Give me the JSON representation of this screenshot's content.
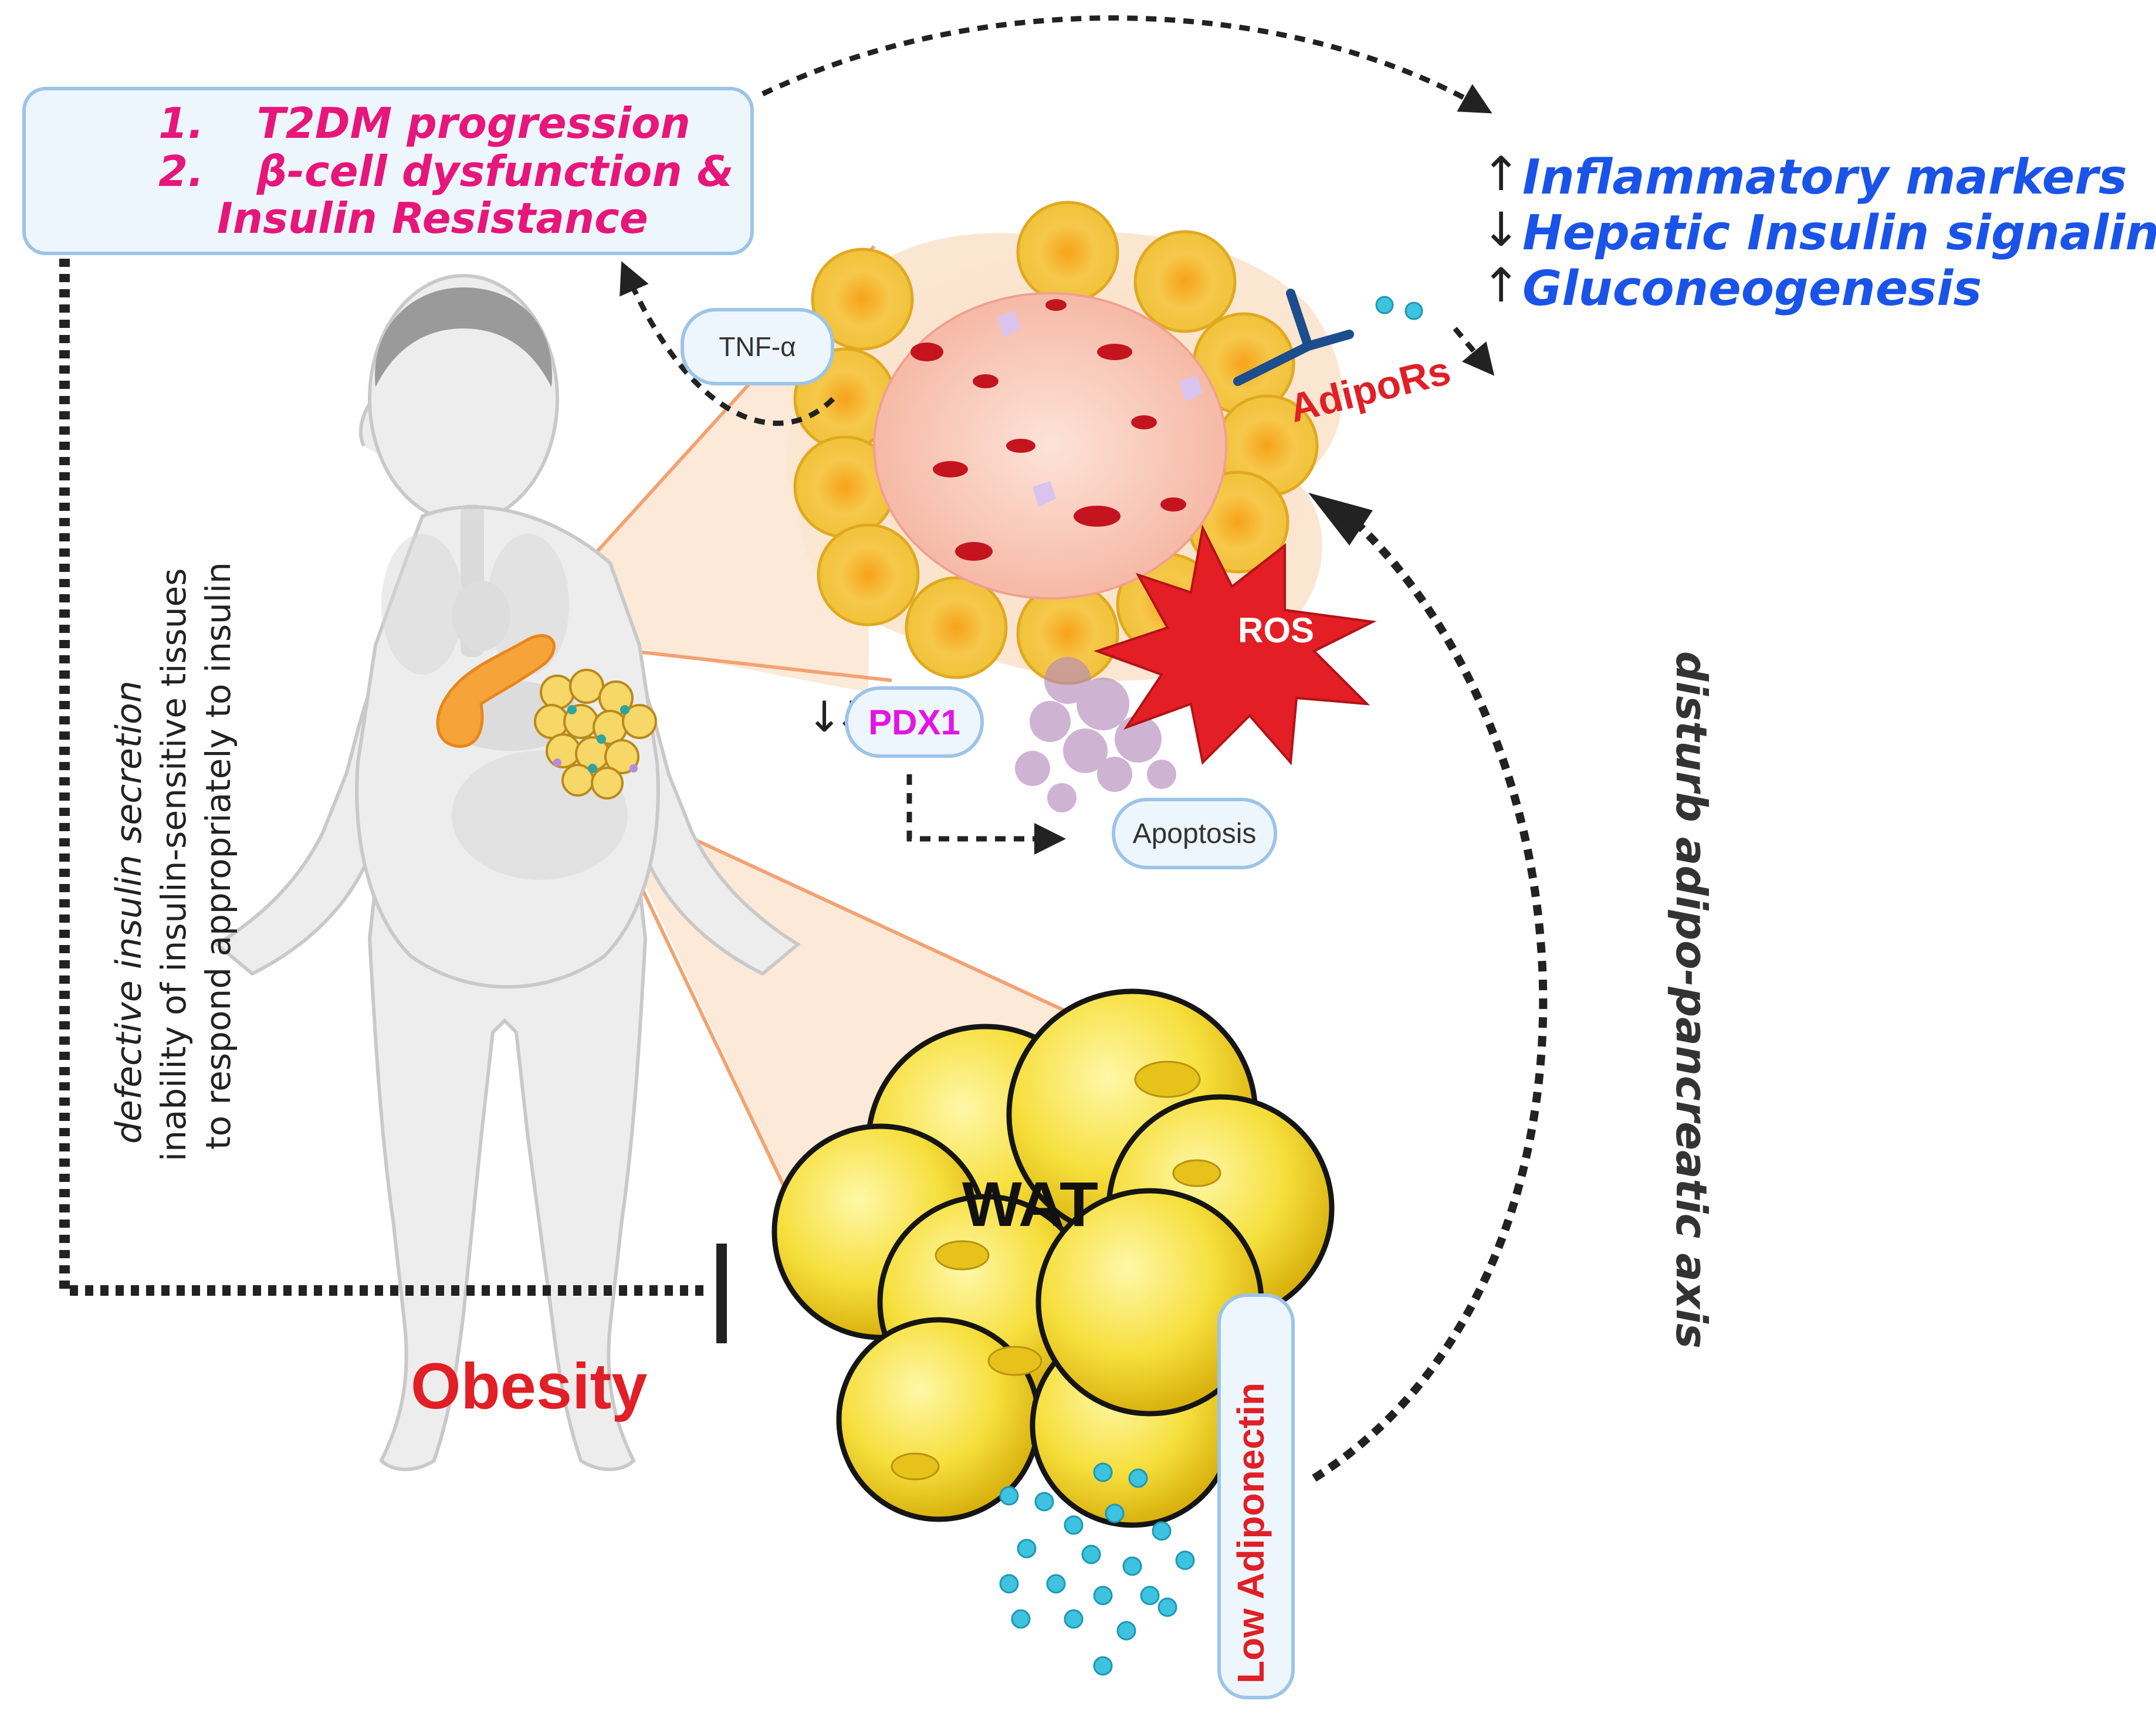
{
  "top_box": {
    "line1_num": "1.",
    "line1": "T2DM progression",
    "line2_num": "2.",
    "line2": "β-cell dysfunction &",
    "line3": "Insulin Resistance"
  },
  "markers": {
    "inflammatory": "Inflammatory markers",
    "hepatic": "Hepatic Insulin signaling",
    "gluconeogenesis": "Gluconeogenesis",
    "arrows": [
      "↑",
      "↓",
      "↑"
    ]
  },
  "labels": {
    "tnf": "TNF-α",
    "adiporecs": "AdipoRs",
    "ros": "ROS",
    "pdx1": "PDX1",
    "pdx1_arrows": "↓↓",
    "apoptosis": "Apoptosis",
    "wat": "WAT",
    "obesity": "Obesity",
    "low_adiponectin": "Low Adiponectin",
    "axis": "disturb adipo-pancreatic axis",
    "defective": "defective insulin secretion",
    "inability1": "inability of insulin-sensitive tissues",
    "inability2": "to respond appropriately to insulin"
  },
  "colors": {
    "magenta": "#e6167a",
    "blue": "#1a53e8",
    "red": "#e01f26",
    "pill_border": "#9cc4e8",
    "adipocyte_yellow": "#f4dc3a"
  }
}
